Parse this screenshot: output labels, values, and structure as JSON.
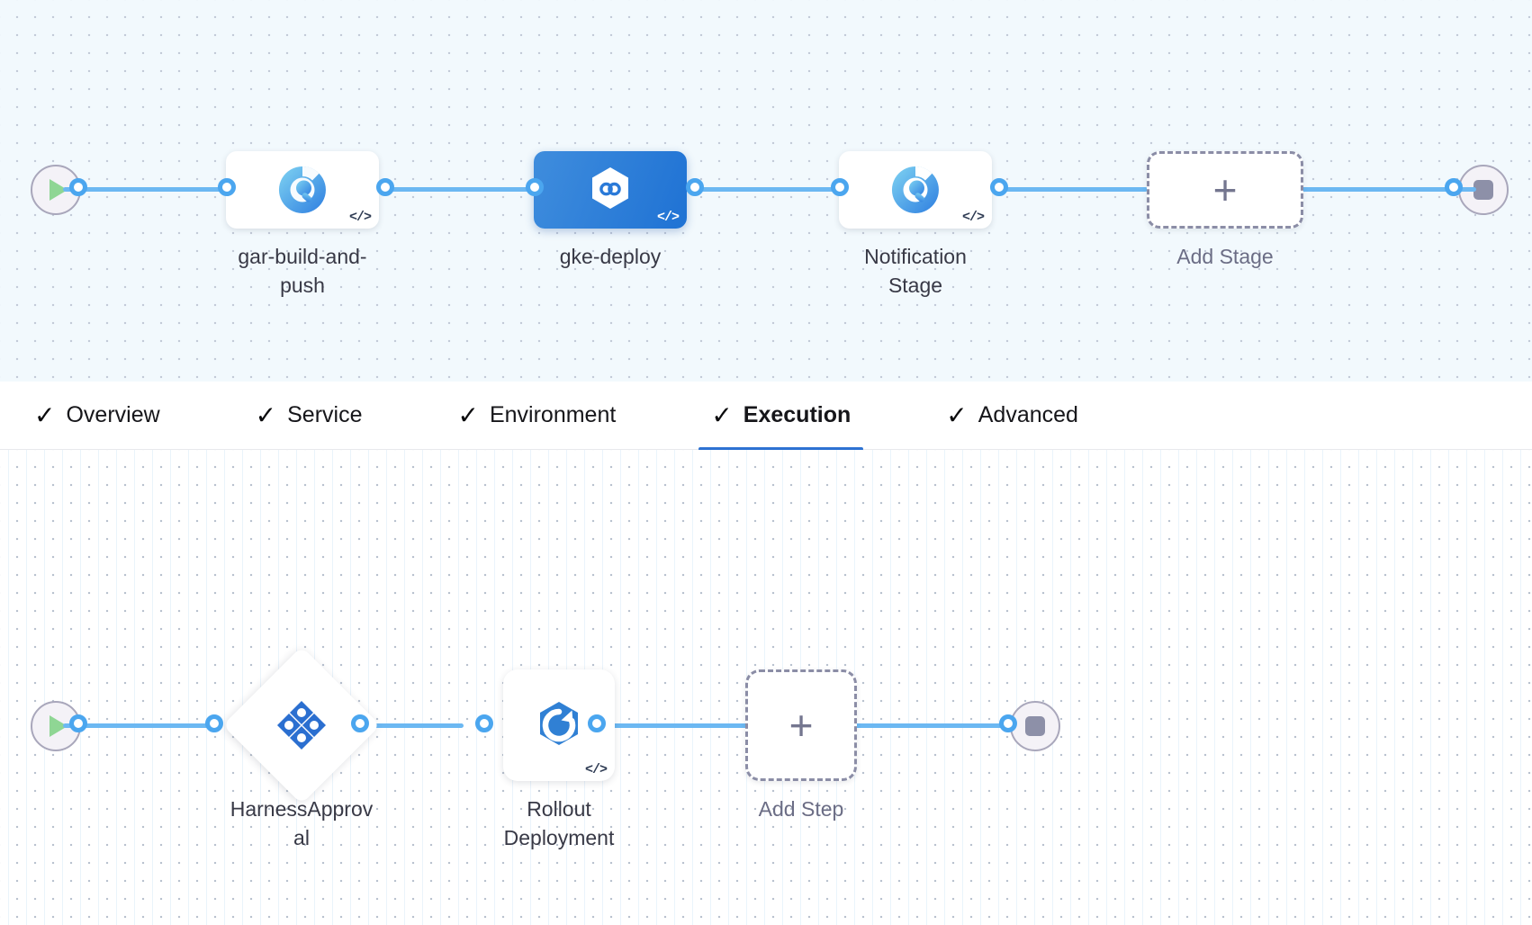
{
  "colors": {
    "accent_blue": "#2d72d2",
    "link_blue": "#6cb8f2",
    "ring_blue": "#4ba6ef",
    "selected_stage_blue": "#1f72d4",
    "canvas_top_bg": "#f2f9fd",
    "canvas_bottom_bg": "#ffffff",
    "terminal_fill": "#f4f2f7",
    "terminal_border": "#a9a7bb",
    "play_green": "#8fd694",
    "stop_gray": "#8d90a8",
    "dashed_gray": "#8b8da6",
    "label_gray": "#383946"
  },
  "stage_canvas": {
    "start_node": {
      "name": "pipeline-start",
      "icon": "play-icon"
    },
    "end_node": {
      "name": "pipeline-end",
      "icon": "stop-icon"
    },
    "stages": [
      {
        "label": "gar-build-and-push",
        "icon": "harness-ci-build-icon",
        "badge": "</>",
        "selected": false
      },
      {
        "label": "gke-deploy",
        "icon": "harness-cd-deploy-icon",
        "badge": "</>",
        "selected": true
      },
      {
        "label": "Notification Stage",
        "icon": "harness-ci-build-icon",
        "badge": "</>",
        "selected": false
      }
    ],
    "add_stage": {
      "label": "Add Stage",
      "icon": "plus-icon"
    }
  },
  "tabs": [
    {
      "label": "Overview",
      "icon": "check-icon",
      "active": false
    },
    {
      "label": "Service",
      "icon": "check-icon",
      "active": false
    },
    {
      "label": "Environment",
      "icon": "check-icon",
      "active": false
    },
    {
      "label": "Execution",
      "icon": "check-icon",
      "active": true
    },
    {
      "label": "Advanced",
      "icon": "check-icon",
      "active": false
    }
  ],
  "execution_canvas": {
    "start_node": {
      "name": "execution-start",
      "icon": "play-icon"
    },
    "end_node": {
      "name": "execution-end",
      "icon": "stop-icon"
    },
    "steps": [
      {
        "label": "HarnessApproval",
        "icon": "harness-approval-icon",
        "shape": "diamond",
        "badge": ""
      },
      {
        "label": "Rollout Deployment",
        "icon": "rollout-deployment-icon",
        "shape": "square",
        "badge": "</>"
      }
    ],
    "add_step": {
      "label": "Add Step",
      "icon": "plus-icon"
    }
  }
}
